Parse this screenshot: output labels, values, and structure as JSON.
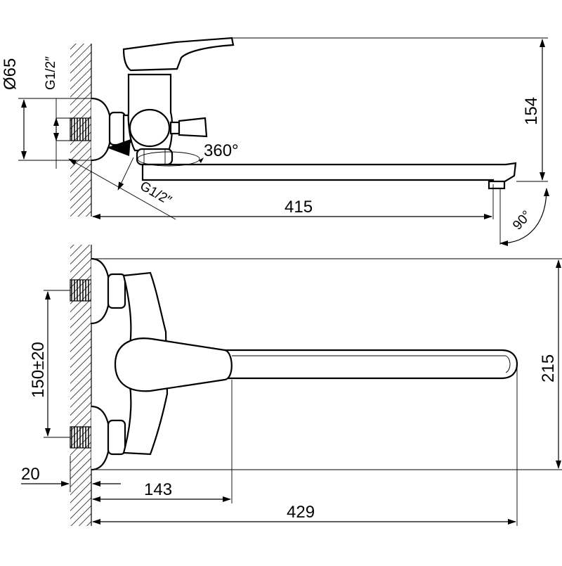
{
  "dimensions": {
    "diameter_label": "Ø65",
    "top_thread_label": "G1/2″",
    "swivel_label": "360°",
    "height_label": "154",
    "inlet_thread_label": "G1/2″",
    "spout_length_label": "415",
    "spout_angle_label": "90°",
    "center_distance_label": "150±20",
    "total_height_label": "215",
    "eccentric_offset_label": "20",
    "body_depth_label": "143",
    "total_length_label": "429"
  },
  "colors": {
    "line": "#000000",
    "background": "#ffffff"
  }
}
